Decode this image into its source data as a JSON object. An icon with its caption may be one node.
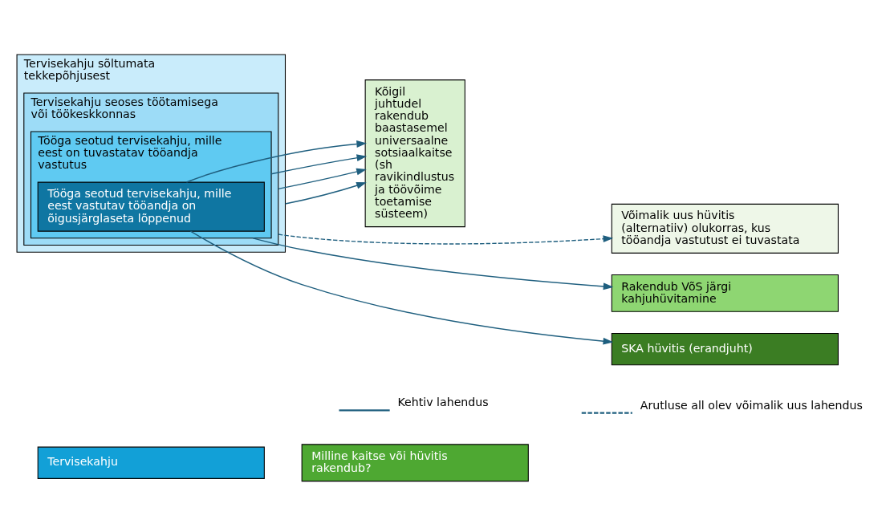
{
  "diagram": {
    "nodes": [
      {
        "text": [
          "Tervisekahju"
        ]
      },
      {
        "text": [
          "Milline kaitse või hüvitis rakendub?"
        ]
      },
      {
        "text": [
          "Tervisekahju sõltumata tekkepõhjusest"
        ]
      },
      {
        "text": [
          "Tervisekahju seoses töötamisega või töökeskkonnas"
        ],
        "in": 2
      },
      {
        "text": [
          "Tööga seotud tervisekahju, mille eest on tuvastatav tööandja vastutus"
        ],
        "in": 3
      },
      {
        "text": [
          "Tööga seotud tervisekahju, mille eest vastutav tööandja on õigusjärglaseta lõppenud"
        ],
        "in": 4
      },
      {
        "text": [
          "Kõigil juhtudel rakendub baastasemel universaalne sotsiaalkaitse (sh ravikindlustus ja töövõime toetamise süsteem)"
        ]
      },
      {
        "text": [
          "Võimalik uus hüvitis (alternatiiv) olukorras, kus tööandja vastutust ei tuvastata"
        ]
      },
      {
        "text": [
          "Rakendub VõS järgi kahjuhüvitamine"
        ]
      },
      {
        "text": [
          "SKA hüvitis (erandjuht)"
        ]
      }
    ],
    "edges": [
      {
        "from": 2,
        "to": 6,
        "arrow": "to"
      },
      {
        "from": 3,
        "to": 6,
        "arrow": "to"
      },
      {
        "from": 3,
        "to": 7,
        "arrow": "to",
        "style": "dashed"
      },
      {
        "from": 4,
        "to": 6,
        "arrow": "to"
      },
      {
        "from": 4,
        "to": 8,
        "arrow": "to"
      },
      {
        "from": 5,
        "to": 9,
        "arrow": "to"
      },
      {
        "from": 5,
        "to": 6,
        "arrow": "to"
      }
    ],
    "legend": [
      {
        "text": "Kehtiv lahendus"
      },
      {
        "text": "Arutluse all olev võimalik uus lahendus"
      }
    ]
  }
}
